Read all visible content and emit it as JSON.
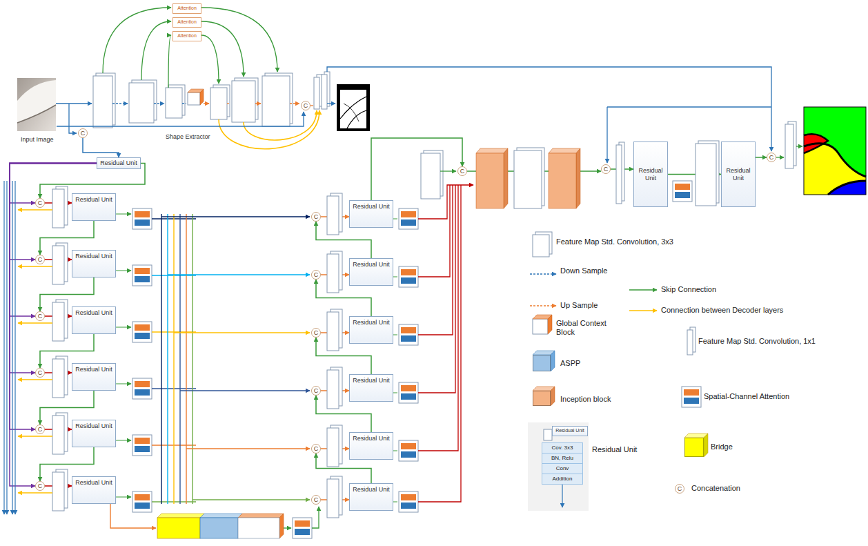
{
  "diagram": {
    "nodes": [
      {
        "text": [
          "Attention"
        ]
      },
      {
        "text": [
          "Attention"
        ]
      },
      {
        "text": [
          "Attention"
        ]
      },
      {
        "text": [
          "C"
        ]
      },
      {
        "text": [
          "C"
        ]
      },
      {
        "text": [
          "Residual Unit"
        ]
      },
      {
        "text": [
          "C"
        ]
      },
      {
        "text": [
          "Residual Unit"
        ]
      },
      {
        "text": [
          "C"
        ]
      },
      {
        "text": [
          "Residual Unit"
        ]
      },
      {
        "text": [
          "C"
        ]
      },
      {
        "text": [
          "Residual Unit"
        ]
      },
      {
        "text": [
          "C"
        ]
      },
      {
        "text": [
          "Residual Unit"
        ]
      },
      {
        "text": [
          "C"
        ]
      },
      {
        "text": [
          "Residual Unit"
        ]
      },
      {
        "text": [
          "C"
        ]
      },
      {
        "text": [
          "Residual Unit"
        ]
      },
      {
        "text": [
          "C"
        ]
      },
      {
        "text": [
          "Residual Unit"
        ]
      },
      {
        "text": [
          "C"
        ]
      },
      {
        "text": [
          "Residual Unit"
        ]
      },
      {
        "text": [
          "C"
        ]
      },
      {
        "text": [
          "Residual Unit"
        ]
      },
      {
        "text": [
          "C"
        ]
      },
      {
        "text": [
          "Residual Unit"
        ]
      },
      {
        "text": [
          "C"
        ]
      },
      {
        "text": [
          "Residual Unit"
        ]
      },
      {
        "text": [
          "C"
        ]
      },
      {
        "text": [
          "Residual Unit"
        ]
      },
      {
        "text": [
          "C"
        ]
      },
      {
        "text": [
          "C"
        ]
      },
      {
        "text": [
          "Residual Unit"
        ]
      },
      {
        "text": [
          "Residual Unit"
        ]
      },
      {
        "text": [
          "C"
        ]
      },
      {
        "text": [
          "Residual Unit"
        ]
      },
      {
        "text": [
          "Cov. 3x3"
        ]
      },
      {
        "text": [
          "BN, Relu"
        ]
      },
      {
        "text": [
          "Conv"
        ]
      },
      {
        "text": [
          "Addition"
        ]
      },
      {
        "text": [
          "C"
        ]
      }
    ],
    "edges": [
      {
        "from": 4,
        "to": 5,
        "arrow": "to"
      },
      {
        "from": 5,
        "to": 6,
        "arrow": "to"
      },
      {
        "from": 5,
        "to": 6,
        "arrow": "to"
      },
      {
        "from": 5,
        "to": 8,
        "arrow": "to"
      },
      {
        "from": 5,
        "to": 10,
        "arrow": "to"
      },
      {
        "from": 5,
        "to": 12,
        "arrow": "to"
      },
      {
        "from": 5,
        "to": 14,
        "arrow": "to"
      },
      {
        "from": 5,
        "to": 16,
        "arrow": "to"
      },
      {
        "from": 6,
        "to": 7,
        "arrow": "to"
      },
      {
        "from": 8,
        "to": 9,
        "arrow": "to"
      },
      {
        "from": 10,
        "to": 11,
        "arrow": "to"
      },
      {
        "from": 12,
        "to": 13,
        "arrow": "to"
      },
      {
        "from": 14,
        "to": 15,
        "arrow": "to"
      },
      {
        "from": 16,
        "to": 17,
        "arrow": "to"
      },
      {
        "from": 7,
        "to": 8,
        "arrow": "to"
      },
      {
        "from": 9,
        "to": 10,
        "arrow": "to"
      },
      {
        "from": 11,
        "to": 12,
        "arrow": "to"
      },
      {
        "from": 13,
        "to": 14,
        "arrow": "to"
      },
      {
        "from": 15,
        "to": 16,
        "arrow": "to"
      },
      {
        "from": 18,
        "to": 19,
        "arrow": "to"
      },
      {
        "from": 20,
        "to": 21,
        "arrow": "to"
      },
      {
        "from": 22,
        "to": 23,
        "arrow": "to"
      },
      {
        "from": 24,
        "to": 25,
        "arrow": "to"
      },
      {
        "from": 26,
        "to": 27,
        "arrow": "to"
      },
      {
        "from": 28,
        "to": 29,
        "arrow": "to"
      },
      {
        "from": 21,
        "to": 18,
        "arrow": "to"
      },
      {
        "from": 23,
        "to": 20,
        "arrow": "to"
      },
      {
        "from": 25,
        "to": 22,
        "arrow": "to"
      },
      {
        "from": 27,
        "to": 24,
        "arrow": "to"
      },
      {
        "from": 29,
        "to": 26,
        "arrow": "to"
      },
      {
        "from": 19,
        "to": 30,
        "arrow": "to"
      },
      {
        "from": 30,
        "to": 31,
        "arrow": "to"
      },
      {
        "from": 31,
        "to": 32,
        "arrow": "to"
      },
      {
        "from": 32,
        "to": 33,
        "arrow": "to"
      },
      {
        "from": 33,
        "to": 34,
        "arrow": "to"
      }
    ],
    "labels": [
      "Input Image",
      "Shape Extractor"
    ],
    "legend": [
      {
        "text": "Feature Map Std. Convolution, 3x3"
      },
      {
        "text": "Down Sample"
      },
      {
        "text": "Up Sample"
      },
      {
        "text": "Global Context Block"
      },
      {
        "text": "ASPP",
        "color": "#9dc3e6"
      },
      {
        "text": "Inception block",
        "color": "#f4b183"
      },
      {
        "text": "Residual Unit"
      },
      {
        "text": "Skip Connection"
      },
      {
        "text": "Connection between Decoder layers"
      },
      {
        "text": "Feature Map Std. Convolution, 1x1"
      },
      {
        "text": "Spatial-Channel Attention"
      },
      {
        "text": "Bridge",
        "color": "#ffff00"
      },
      {
        "text": "Concatenation"
      }
    ]
  }
}
